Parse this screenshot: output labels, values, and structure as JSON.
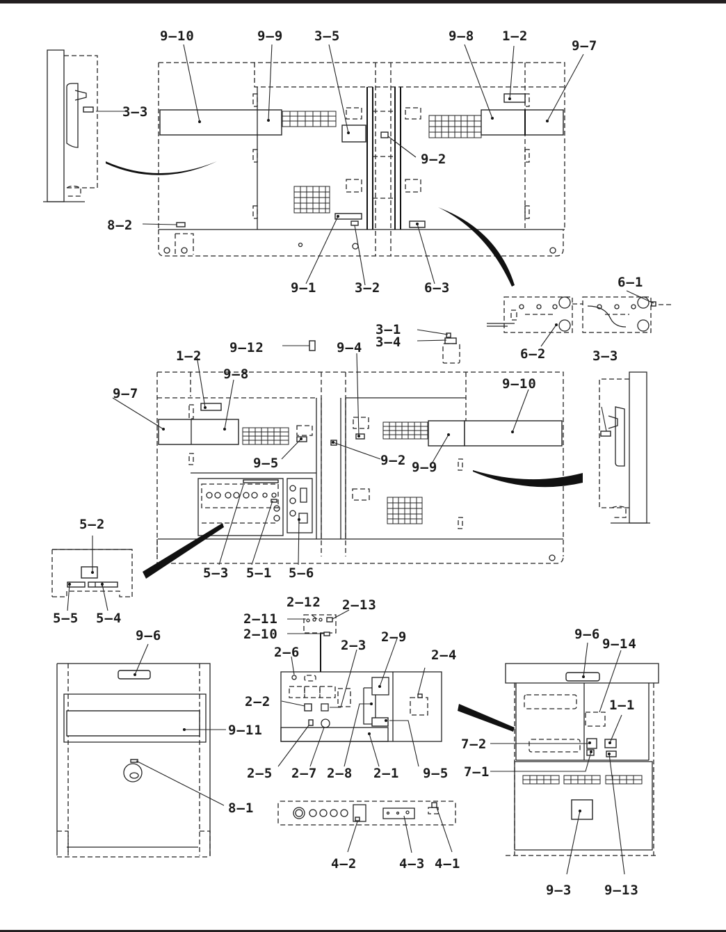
{
  "diagram": {
    "type": "decal-location-drawing",
    "subject": "generator enclosure label/decal locations",
    "views": [
      {
        "name": "side-view-right",
        "callouts": [
          "9-10",
          "9-9",
          "3-5",
          "9-8",
          "1-2",
          "9-7",
          "3-3",
          "9-2",
          "8-2",
          "9-1",
          "3-2",
          "6-3"
        ]
      },
      {
        "name": "fuel-tank-detail",
        "callouts": [
          "6-1",
          "6-2",
          "3-1",
          "3-4"
        ]
      },
      {
        "name": "side-view-left",
        "callouts": [
          "9-12",
          "9-4",
          "1-2",
          "9-8",
          "9-7",
          "9-10",
          "3-3",
          "9-5",
          "9-2",
          "9-9",
          "5-3",
          "5-1",
          "5-6"
        ]
      },
      {
        "name": "output-terminal-detail",
        "callouts": [
          "5-2",
          "5-5",
          "5-4"
        ]
      },
      {
        "name": "front-view",
        "callouts": [
          "9-6",
          "9-11",
          "8-1"
        ]
      },
      {
        "name": "control-panel-detail",
        "callouts": [
          "2-12",
          "2-13",
          "2-11",
          "2-10",
          "2-6",
          "2-3",
          "2-9",
          "2-4",
          "2-2",
          "2-5",
          "2-7",
          "2-8",
          "2-1",
          "9-5"
        ]
      },
      {
        "name": "instrument-panel-detail",
        "callouts": [
          "4-2",
          "4-3",
          "4-1"
        ]
      },
      {
        "name": "rear-view",
        "callouts": [
          "9-6",
          "9-14",
          "1-1",
          "7-2",
          "7-1",
          "9-3",
          "9-13"
        ]
      }
    ]
  },
  "labels": {
    "l_9_10a": "9-10",
    "l_9_9a": "9-9",
    "l_3_5": "3-5",
    "l_9_8a": "9-8",
    "l_1_2a": "1-2",
    "l_9_7a": "9-7",
    "l_3_3a": "3-3",
    "l_9_2a": "9-2",
    "l_8_2": "8-2",
    "l_9_1a": "9-1",
    "l_3_2": "3-2",
    "l_6_3": "6-3",
    "l_6_1": "6-1",
    "l_6_2": "6-2",
    "l_3_1": "3-1",
    "l_3_4": "3-4",
    "l_9_12": "9-12",
    "l_1_2b": "1-2",
    "l_9_8b": "9-8",
    "l_9_4": "9-4",
    "l_9_7b": "9-7",
    "l_9_10b": "9-10",
    "l_3_3b": "3-3",
    "l_9_5a": "9-5",
    "l_9_2b": "9-2",
    "l_9_9b": "9-9",
    "l_5_2": "5-2",
    "l_5_3": "5-3",
    "l_5_1": "5-1",
    "l_5_6": "5-6",
    "l_5_5": "5-5",
    "l_5_4": "5-4",
    "l_2_12": "2-12",
    "l_2_13": "2-13",
    "l_2_11": "2-11",
    "l_2_10": "2-10",
    "l_2_6": "2-6",
    "l_2_3": "2-3",
    "l_2_9": "2-9",
    "l_2_4": "2-4",
    "l_2_2": "2-2",
    "l_2_5": "2-5",
    "l_2_7": "2-7",
    "l_2_8": "2-8",
    "l_2_1": "2-1",
    "l_9_5b": "9-5",
    "l_9_6a": "9-6",
    "l_9_11": "9-11",
    "l_8_1": "8-1",
    "l_4_2": "4-2",
    "l_4_3": "4-3",
    "l_4_1": "4-1",
    "l_9_6b": "9-6",
    "l_9_14": "9-14",
    "l_1_1": "1-1",
    "l_7_2": "7-2",
    "l_7_1": "7-1",
    "l_9_3": "9-3",
    "l_9_13": "9-13"
  }
}
